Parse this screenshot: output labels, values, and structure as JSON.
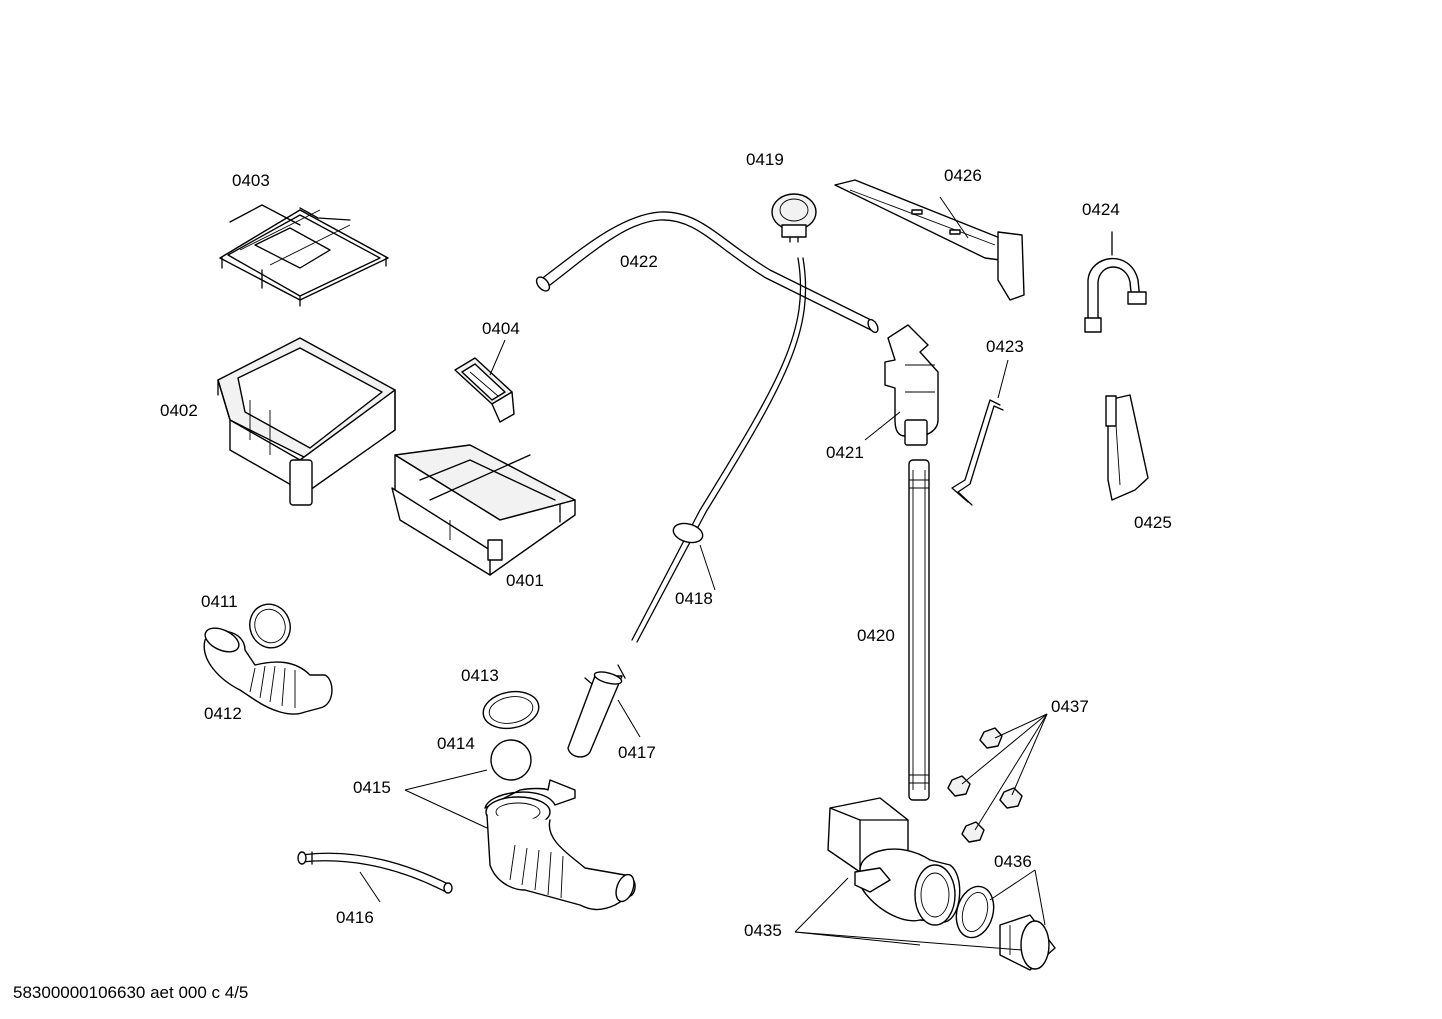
{
  "footer": "58300000106630 aet 000 c 4/5",
  "labels": {
    "p0401": "0401",
    "p0402": "0402",
    "p0403": "0403",
    "p0404": "0404",
    "p0411": "0411",
    "p0412": "0412",
    "p0413": "0413",
    "p0414": "0414",
    "p0415": "0415",
    "p0416": "0416",
    "p0417": "0417",
    "p0418": "0418",
    "p0419": "0419",
    "p0420": "0420",
    "p0421": "0421",
    "p0422": "0422",
    "p0423": "0423",
    "p0424": "0424",
    "p0425": "0425",
    "p0426": "0426",
    "p0435": "0435",
    "p0436": "0436",
    "p0437": "0437"
  }
}
